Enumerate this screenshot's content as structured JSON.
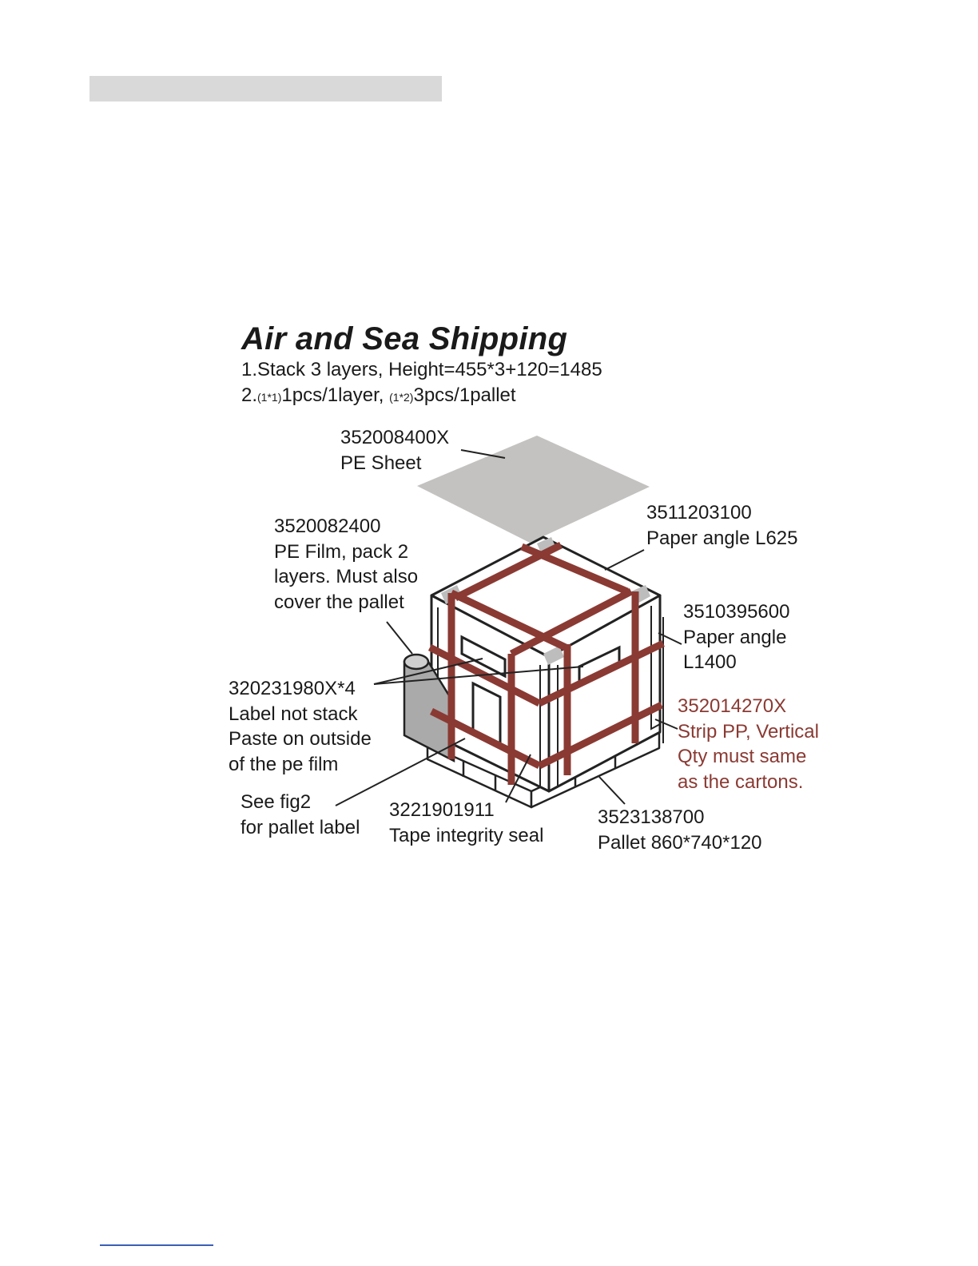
{
  "header": {
    "title": "Air and Sea Shipping",
    "line1": "1.Stack 3 layers, Height=455*3+120=1485",
    "line2_prefix": "2.",
    "line2_ratio_a": "(1*1)",
    "line2_text_a": "1pcs/1layer, ",
    "line2_ratio_b": "(1*2)",
    "line2_text_b": "3pcs/1pallet"
  },
  "callouts": {
    "pe_sheet": {
      "part": "352008400X",
      "desc": "PE Sheet"
    },
    "pe_film": {
      "part": "3520082400",
      "lines": [
        "PE Film, pack 2",
        "layers. Must also",
        "cover the pallet"
      ]
    },
    "paper_angle_top": {
      "part": "3511203100",
      "desc": "Paper angle L625"
    },
    "paper_angle_side": {
      "part": "3510395600",
      "lines": [
        "Paper angle",
        "L1400"
      ]
    },
    "label": {
      "part": "320231980X*4",
      "lines": [
        "Label not stack",
        "Paste on outside",
        "of the pe film"
      ]
    },
    "strip": {
      "part": "352014270X",
      "lines": [
        "Strip PP, Vertical",
        "Qty must same",
        "as the cartons."
      ]
    },
    "see_fig": {
      "lines": [
        "See fig2",
        "for pallet label"
      ]
    },
    "tape": {
      "part": "3221901911",
      "desc": "Tape integrity seal"
    },
    "pallet": {
      "part": "3523138700",
      "desc": "Pallet 860*740*120"
    }
  },
  "colors": {
    "strap": "#8a3a33",
    "outline": "#222222",
    "sheet": "#c4c2c0",
    "corner": "#bdbdbd",
    "header_bar": "#d9d9d9",
    "bottom_rule": "#3b5fb5"
  }
}
